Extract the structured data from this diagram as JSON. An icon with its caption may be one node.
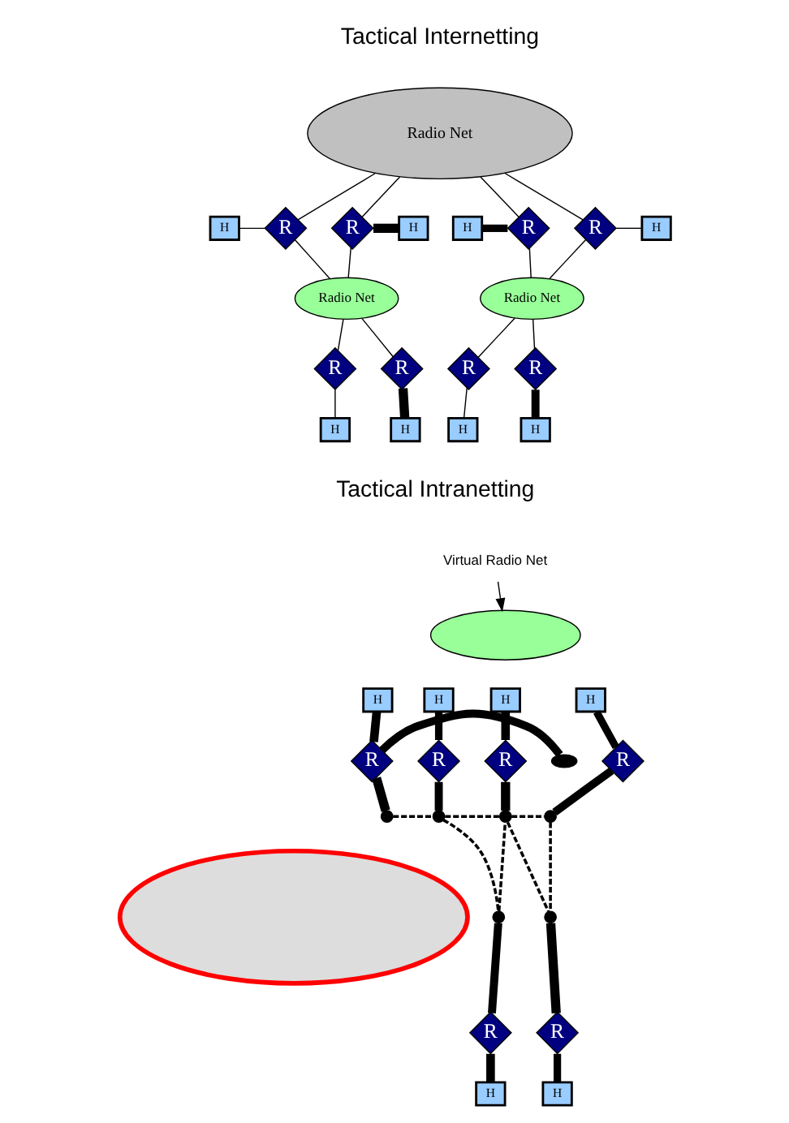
{
  "diagram": {
    "nodes": [
      {
        "text": [
          "Radio Net"
        ]
      },
      {
        "text": [
          "H"
        ]
      },
      {
        "text": [
          "R"
        ]
      },
      {
        "text": [
          "R"
        ]
      },
      {
        "text": [
          "H"
        ]
      },
      {
        "text": [
          "H"
        ]
      },
      {
        "text": [
          "R"
        ]
      },
      {
        "text": [
          "R"
        ]
      },
      {
        "text": [
          "H"
        ]
      },
      {
        "text": [
          "Radio Net"
        ]
      },
      {
        "text": [
          "Radio Net"
        ]
      },
      {
        "text": [
          "R"
        ]
      },
      {
        "text": [
          "R"
        ]
      },
      {
        "text": [
          "R"
        ]
      },
      {
        "text": [
          "R"
        ]
      },
      {
        "text": [
          "H"
        ]
      },
      {
        "text": [
          "H"
        ]
      },
      {
        "text": [
          "H"
        ]
      },
      {
        "text": [
          "H"
        ]
      },
      {
        "text": [
          "Virtual Radio Net"
        ]
      },
      {
        "text": [],
        "shape": "ellipse"
      },
      {
        "text": [
          "H"
        ]
      },
      {
        "text": [
          "H"
        ]
      },
      {
        "text": [
          "H"
        ]
      },
      {
        "text": [
          "H"
        ]
      },
      {
        "text": [],
        "shape": "ellipse"
      },
      {
        "text": [
          "R"
        ]
      },
      {
        "text": [
          "R"
        ]
      },
      {
        "text": [
          "R"
        ]
      },
      {
        "text": [
          "R"
        ]
      },
      {
        "text": [],
        "shape": "ellipse"
      },
      {
        "text": [],
        "shape": "circle"
      },
      {
        "text": [],
        "shape": "circle"
      },
      {
        "text": [],
        "shape": "circle"
      },
      {
        "text": [],
        "shape": "circle"
      },
      {
        "text": [],
        "shape": "circle"
      },
      {
        "text": [],
        "shape": "circle"
      },
      {
        "text": [
          "R"
        ]
      },
      {
        "text": [
          "R"
        ]
      },
      {
        "text": [
          "H"
        ]
      },
      {
        "text": [
          "H"
        ]
      }
    ],
    "edges": [
      {
        "from": 0,
        "to": 2,
        "arrow": "none"
      },
      {
        "from": 0,
        "to": 3,
        "arrow": "none"
      },
      {
        "from": 0,
        "to": 6,
        "arrow": "none"
      },
      {
        "from": 0,
        "to": 7,
        "arrow": "none"
      },
      {
        "from": 1,
        "to": 2,
        "arrow": "none",
        "style": "thick"
      },
      {
        "from": 3,
        "to": 4,
        "arrow": "none"
      },
      {
        "from": 5,
        "to": 6,
        "arrow": "none"
      },
      {
        "from": 7,
        "to": 8,
        "arrow": "none",
        "style": "thick"
      },
      {
        "from": 2,
        "to": 9,
        "arrow": "none"
      },
      {
        "from": 3,
        "to": 9,
        "arrow": "none"
      },
      {
        "from": 6,
        "to": 10,
        "arrow": "none"
      },
      {
        "from": 7,
        "to": 10,
        "arrow": "none"
      },
      {
        "from": 9,
        "to": 11,
        "arrow": "none"
      },
      {
        "from": 9,
        "to": 12,
        "arrow": "none"
      },
      {
        "from": 10,
        "to": 13,
        "arrow": "none"
      },
      {
        "from": 10,
        "to": 14,
        "arrow": "none"
      },
      {
        "from": 11,
        "to": 15,
        "arrow": "none"
      },
      {
        "from": 12,
        "to": 16,
        "arrow": "none",
        "style": "thick"
      },
      {
        "from": 13,
        "to": 17,
        "arrow": "none"
      },
      {
        "from": 14,
        "to": 18,
        "arrow": "none",
        "style": "thick"
      },
      {
        "from": 19,
        "to": 20,
        "arrow": "to"
      },
      {
        "from": 25,
        "to": 26,
        "arrow": "none",
        "style": "thick"
      },
      {
        "from": 21,
        "to": 26,
        "arrow": "none",
        "style": "thick"
      },
      {
        "from": 26,
        "to": 31,
        "arrow": "none",
        "style": "thick"
      },
      {
        "from": 22,
        "to": 27,
        "arrow": "none",
        "style": "thick"
      },
      {
        "from": 27,
        "to": 32,
        "arrow": "none",
        "style": "thick"
      },
      {
        "from": 23,
        "to": 28,
        "arrow": "none",
        "style": "thick"
      },
      {
        "from": 28,
        "to": 33,
        "arrow": "none",
        "style": "thick"
      },
      {
        "from": 24,
        "to": 29,
        "arrow": "none",
        "style": "thick"
      },
      {
        "from": 29,
        "to": 34,
        "arrow": "none",
        "style": "thick"
      },
      {
        "from": 31,
        "to": 32,
        "arrow": "none",
        "style": "dashed"
      },
      {
        "from": 32,
        "to": 33,
        "arrow": "none",
        "style": "dashed"
      },
      {
        "from": 32,
        "to": 35,
        "arrow": "none",
        "style": "dashed"
      },
      {
        "from": 35,
        "to": 33,
        "arrow": "none",
        "style": "dashed"
      },
      {
        "from": 33,
        "to": 34,
        "arrow": "none",
        "style": "dashed"
      },
      {
        "from": 33,
        "to": 36,
        "arrow": "none",
        "style": "dashed"
      },
      {
        "from": 34,
        "to": 36,
        "arrow": "none",
        "style": "dashed"
      },
      {
        "from": 35,
        "to": 37,
        "arrow": "none",
        "style": "thick"
      },
      {
        "from": 37,
        "to": 39,
        "arrow": "none",
        "style": "thick"
      },
      {
        "from": 36,
        "to": 38,
        "arrow": "none",
        "style": "thick"
      },
      {
        "from": 38,
        "to": 40,
        "arrow": "none",
        "style": "thick"
      }
    ],
    "labels": [
      "Tactical Internetting",
      "Tactical Intranetting"
    ]
  }
}
